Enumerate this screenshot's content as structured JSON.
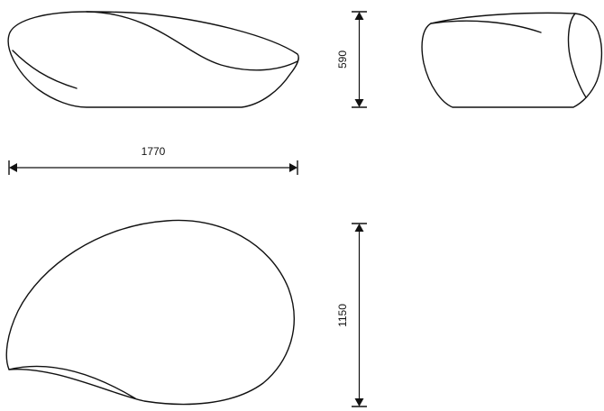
{
  "dimensions": {
    "length": "1770",
    "height": "590",
    "width": "1150"
  }
}
